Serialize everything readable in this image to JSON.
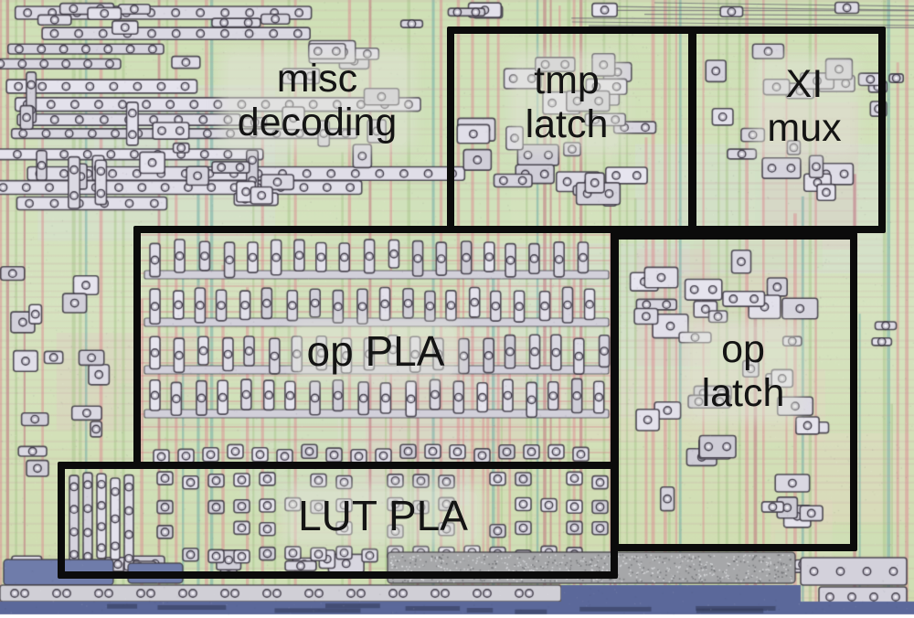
{
  "figure": {
    "type": "chip-die-annotation",
    "regions": [
      {
        "id": "misc-decoding",
        "label": "misc decoding",
        "lines": [
          "misc",
          "decoding"
        ],
        "boxed": false
      },
      {
        "id": "tmp-latch",
        "label": "tmp latch",
        "lines": [
          "tmp",
          "latch"
        ],
        "boxed": true
      },
      {
        "id": "xi-mux",
        "label": "XI mux",
        "lines": [
          "XI",
          "mux"
        ],
        "boxed": true
      },
      {
        "id": "op-pla",
        "label": "op PLA",
        "lines": [
          "op PLA"
        ],
        "boxed": true
      },
      {
        "id": "op-latch",
        "label": "op latch",
        "lines": [
          "op",
          "latch"
        ],
        "boxed": true
      },
      {
        "id": "lut-pla",
        "label": "LUT PLA",
        "lines": [
          "LUT PLA"
        ],
        "boxed": true
      }
    ],
    "colors": {
      "annotation_line": "#0b0b0b",
      "label_text": "#141414",
      "label_backing": "rgba(224,225,214,0.5)",
      "die_base": "#cfe0b5",
      "stripe_pink": "#db8c92",
      "stripe_red": "#ba5c70",
      "stripe_teal": "#68a8a3",
      "stripe_green": "#a8c68c",
      "metal_gray": "#d2cfdb",
      "metal_outline": "#38343f",
      "bottom_band_blue": "#5b689a"
    }
  }
}
